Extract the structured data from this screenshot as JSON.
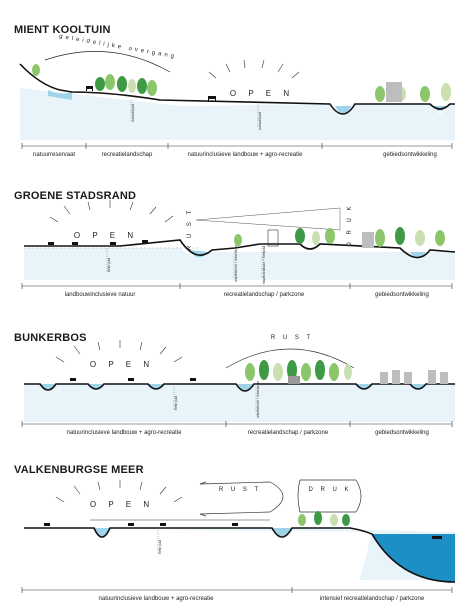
{
  "sections": [
    {
      "title": "MIENT KOOLTUIN",
      "callout": "geleidelijke overgang",
      "word_open": "O P E N",
      "zones": [
        "natuurreservaat",
        "recreatielandschap",
        "natuurinclusieve landbouw + agro-recreatie",
        "gebiedsontwikkeling"
      ],
      "small_labels": [
        "boswal/pad",
        "boswal/pad"
      ]
    },
    {
      "title": "GROENE STADSRAND",
      "word_open": "O P E N",
      "word_rust": "R U S T",
      "word_druk": "D R U K",
      "zones": [
        "landbouwinclusieve natuur",
        "recreatielandschap / parkzone",
        "gebiedsontwikkeling"
      ],
      "small_labels": [
        "fiets/ pad",
        "uitzetstrook / meanzone",
        "stadsrandlaan + fietspad"
      ]
    },
    {
      "title": "BUNKERBOS",
      "word_open": "O P E N",
      "word_rust": "R U S T",
      "zones": [
        "natuurinclusieve landbouw + agro-recreatie",
        "recreatielandschap / parkzone",
        "gebiedsontwikkeling"
      ],
      "small_labels": [
        "fiets/ pad",
        "uitzetstrook / meanzone"
      ]
    },
    {
      "title": "VALKENBURGSE MEER",
      "word_open": "O P E N",
      "word_rust": "R U S T",
      "word_druk": "D R U K",
      "zones": [
        "natuurinclusieve landbouw + agro-recreatie",
        "intensief recreatielandschap / parkzone"
      ],
      "small_labels": [
        "fiets/ pad"
      ]
    }
  ],
  "colors": {
    "ground": "#111111",
    "water": "#9fd3ea",
    "water_deep": "#1c8fc4",
    "tree_green_dark": "#3f9a45",
    "tree_green_light": "#8cc66b",
    "tree_pale": "#c9dfb0",
    "building_grey": "#bdbdbd"
  }
}
